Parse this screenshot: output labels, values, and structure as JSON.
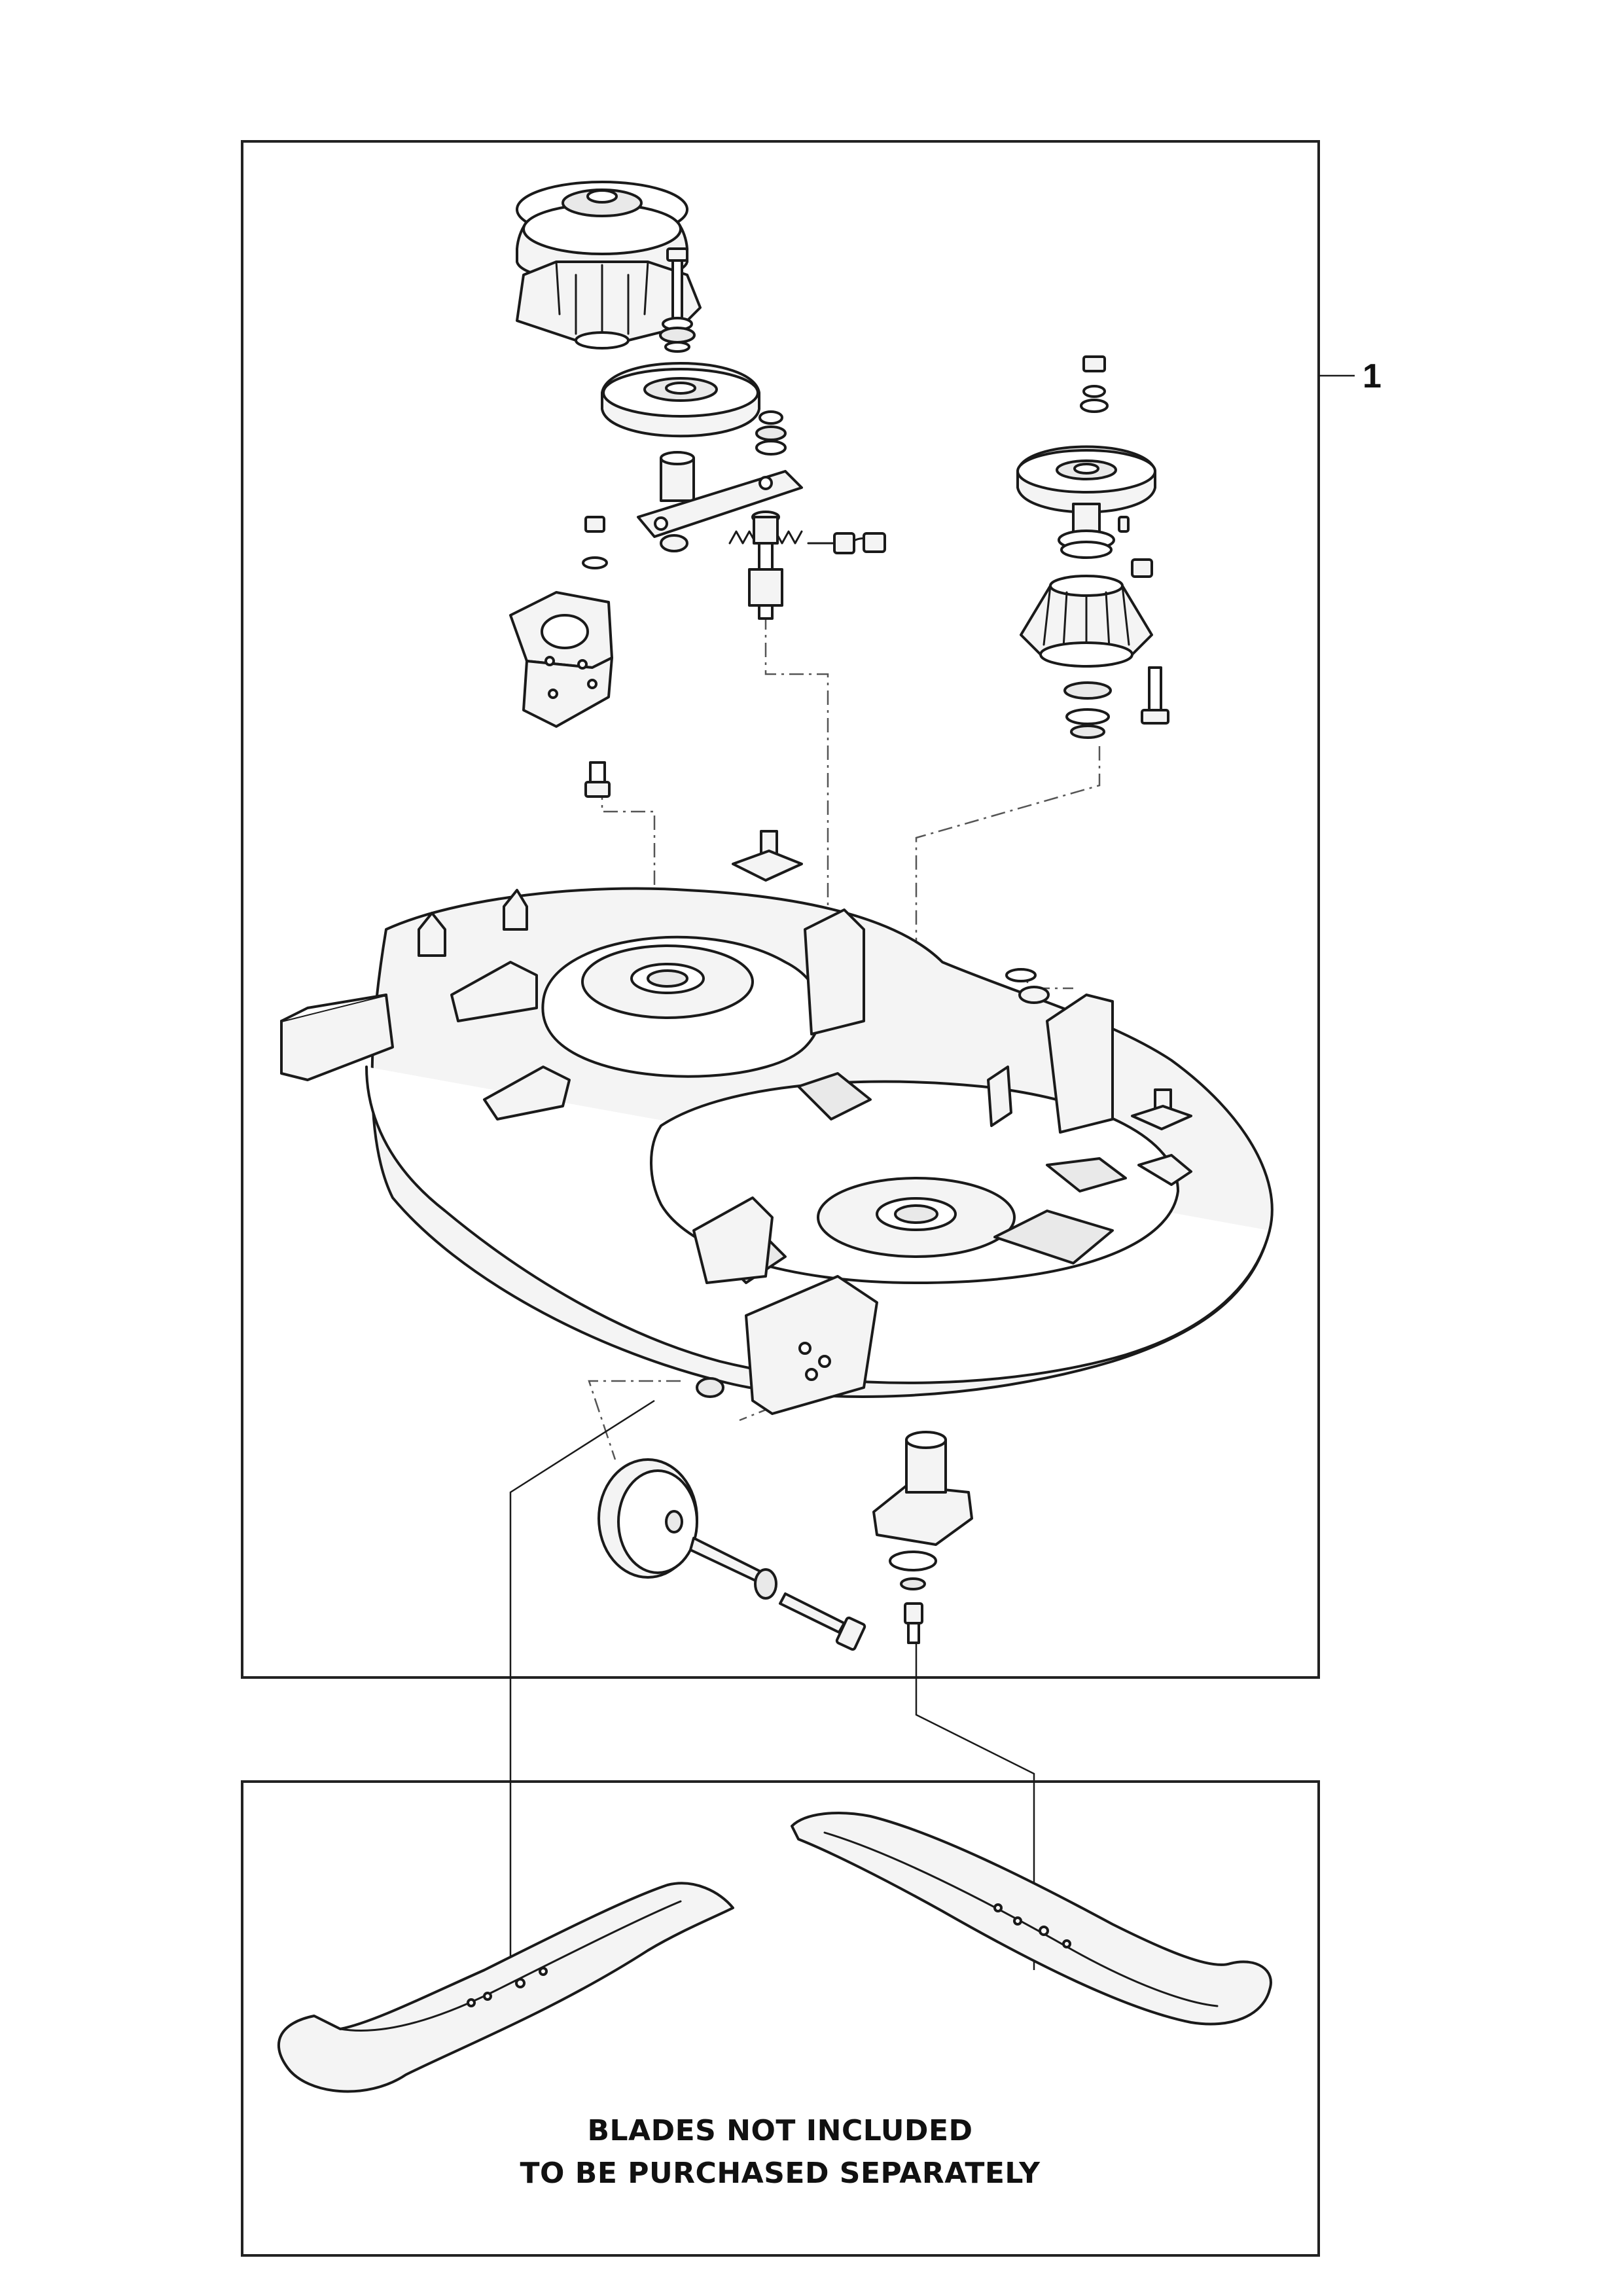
{
  "callout": {
    "number": "1"
  },
  "blades_note": {
    "line1": "BLADES NOT INCLUDED",
    "line2": "TO BE PURCHASED SEPARATELY"
  }
}
